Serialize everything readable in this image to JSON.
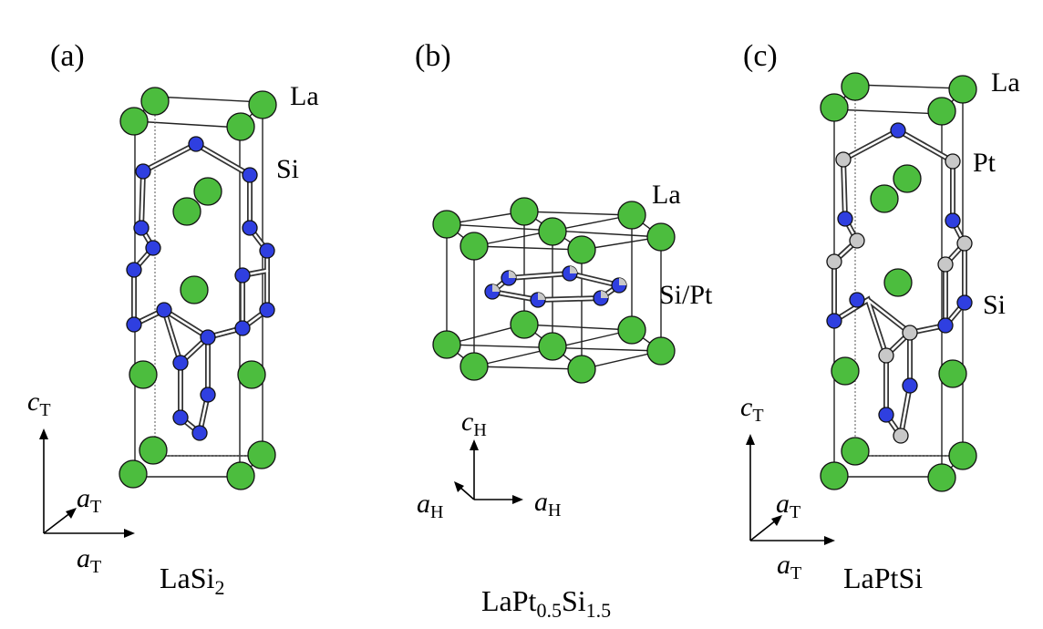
{
  "panels": [
    {
      "id": "a",
      "label": "(a)",
      "formula_parts": [
        [
          "LaSi",
          false
        ],
        [
          "2",
          true
        ]
      ],
      "elements": [
        "La",
        "Si"
      ],
      "axes": {
        "vertical": "c",
        "vertical_sub": "T",
        "diag": "a",
        "diag_sub": "T",
        "horizontal": "a",
        "horizontal_sub": "T"
      }
    },
    {
      "id": "b",
      "label": "(b)",
      "formula_parts": [
        [
          "LaPt",
          false
        ],
        [
          "0.5",
          true
        ],
        [
          "Si",
          false
        ],
        [
          "1.5",
          true
        ]
      ],
      "elements": [
        "La",
        "Si/Pt"
      ],
      "axes": {
        "vertical": "c",
        "vertical_sub": "H",
        "diag": "a",
        "diag_sub": "H",
        "horizontal": "a",
        "horizontal_sub": "H"
      }
    },
    {
      "id": "c",
      "label": "(c)",
      "formula_parts": [
        [
          "LaPtSi",
          false
        ]
      ],
      "elements": [
        "La",
        "Pt",
        "Si"
      ],
      "axes": {
        "vertical": "c",
        "vertical_sub": "T",
        "diag": "a",
        "diag_sub": "T",
        "horizontal": "a",
        "horizontal_sub": "T"
      }
    }
  ],
  "colors": {
    "La": "#4cbd3e",
    "Si": "#2f3fe0",
    "Pt": "#c8c8c8",
    "bond": "#333333",
    "cell_line": "#222222"
  }
}
